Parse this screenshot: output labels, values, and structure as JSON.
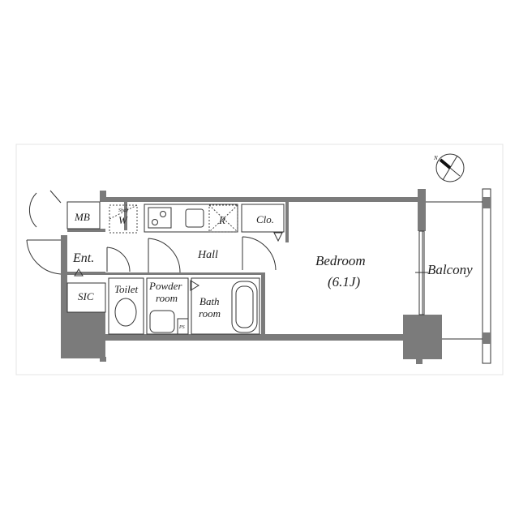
{
  "rooms": {
    "mb": "MB",
    "washer": "W",
    "shelf": "Shelf",
    "refrigerator": "R",
    "closet": "Clo.",
    "entrance": "Ent.",
    "hall": "Hall",
    "sic": "SIC",
    "toilet": "Toilet",
    "powder_room_1": "Powder",
    "powder_room_2": "room",
    "bath_room_1": "Bath",
    "bath_room_2": "room",
    "ps": "PS",
    "bedroom": "Bedroom",
    "bedroom_size": "(6.1J)",
    "balcony": "Balcony"
  },
  "compass": {
    "label": "N"
  },
  "colors": {
    "wall": "#7b7b7b",
    "line": "#333333",
    "frame": "#e4e4e4"
  }
}
